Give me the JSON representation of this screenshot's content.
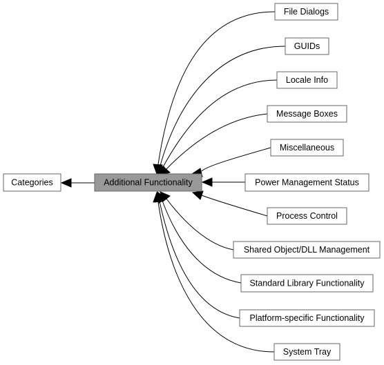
{
  "diagram": {
    "current": "Additional Functionality",
    "parent": "Categories",
    "children": [
      "File Dialogs",
      "GUIDs",
      "Locale Info",
      "Message Boxes",
      "Miscellaneous",
      "Power Management Status",
      "Process Control",
      "Shared Object/DLL Management",
      "Standard Library Functionality",
      "Platform-specific Functionality",
      "System Tray"
    ]
  },
  "colors": {
    "current_fill": "#999999",
    "box_stroke": "#666666",
    "edge": "#000000"
  }
}
